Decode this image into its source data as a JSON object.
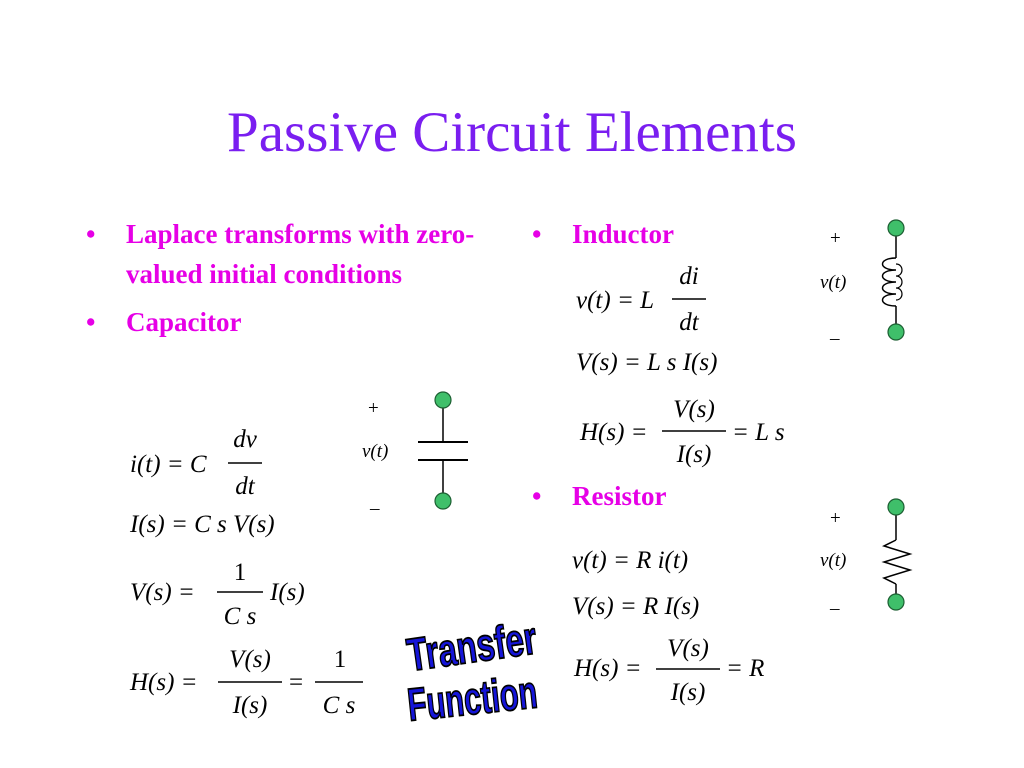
{
  "slide": {
    "title": "Passive Circuit Elements",
    "left_bullets": [
      "Laplace transforms with zero-valued initial conditions",
      "Capacitor"
    ],
    "right_bullets": {
      "inductor": "Inductor",
      "resistor": "Resistor"
    },
    "capacitor": {
      "eq1": {
        "lhs": "i(t) = C",
        "num": "dv",
        "den": "dt"
      },
      "eq2": "I(s) = C s V(s)",
      "eq3": {
        "lhs": "V(s) =",
        "num": "1",
        "den": "C s",
        "rhs": "I(s)"
      },
      "eq4": {
        "lhs": "H(s) =",
        "num1": "V(s)",
        "den1": "I(s)",
        "mid": "=",
        "num2": "1",
        "den2": "C s"
      },
      "plus": "+",
      "vt": "v(t)",
      "minus": "–"
    },
    "inductor": {
      "eq1": {
        "lhs": "v(t) = L",
        "num": "di",
        "den": "dt"
      },
      "eq2": "V(s) = L s I(s)",
      "eq3": {
        "lhs": "H(s) =",
        "num": "V(s)",
        "den": "I(s)",
        "rhs": "= L s"
      },
      "plus": "+",
      "vt": "v(t)",
      "minus": "–"
    },
    "resistor": {
      "eq1": "v(t) = R i(t)",
      "eq2": "V(s) = R I(s)",
      "eq3": {
        "lhs": "H(s) =",
        "num": "V(s)",
        "den": "I(s)",
        "rhs": "= R"
      },
      "plus": "+",
      "vt": "v(t)",
      "minus": "–"
    },
    "wordart": {
      "line1": "Transfer",
      "line2": "Function",
      "fill_color": "#1515d8"
    },
    "colors": {
      "title": "#7a1ef0",
      "bullets": "#e600e6",
      "terminal": "#3fbf6a"
    }
  }
}
